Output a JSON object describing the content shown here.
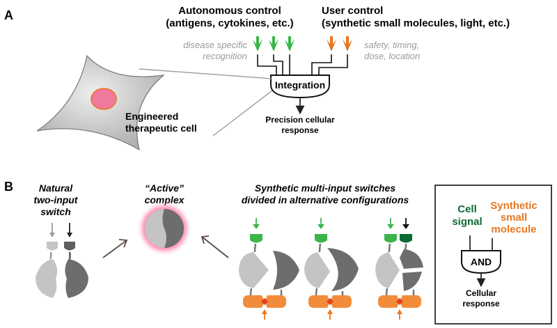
{
  "colors": {
    "green": "#3cb44b",
    "dark_green": "#0b6b35",
    "orange": "#e87722",
    "gray_text": "#9a9a9a",
    "light_gray": "#bdbdbd",
    "dark_gray": "#6d6d6d",
    "pink": "#ff3c8c",
    "red_diamond": "#e0401e"
  },
  "panel_a": {
    "letter": "A",
    "autonomous_title": "Autonomous control",
    "autonomous_sub": "(antigens, cytokines, etc.)",
    "autonomous_note_1": "disease specific",
    "autonomous_note_2": "recognition",
    "user_title": "User control",
    "user_sub": "(synthetic small molecules, light, etc.)",
    "user_note_1": "safety, timing,",
    "user_note_2": "dose, location",
    "integration_label": "Integration",
    "output_1": "Precision cellular",
    "output_2": "response",
    "cell_label_1": "Engineered",
    "cell_label_2": "therapeutic cell"
  },
  "panel_b": {
    "letter": "B",
    "natural_1": "Natural",
    "natural_2": "two-input",
    "natural_3": "switch",
    "active_1": "“Active”",
    "active_2": "complex",
    "synthetic_1": "Synthetic multi-input switches",
    "synthetic_2": "divided in alternative configurations",
    "box": {
      "cell_signal_1": "Cell",
      "cell_signal_2": "signal",
      "synthetic_1": "Synthetic",
      "synthetic_2": "small",
      "synthetic_3": "molecule",
      "gate_label": "AND",
      "output_1": "Cellular",
      "output_2": "response"
    }
  }
}
